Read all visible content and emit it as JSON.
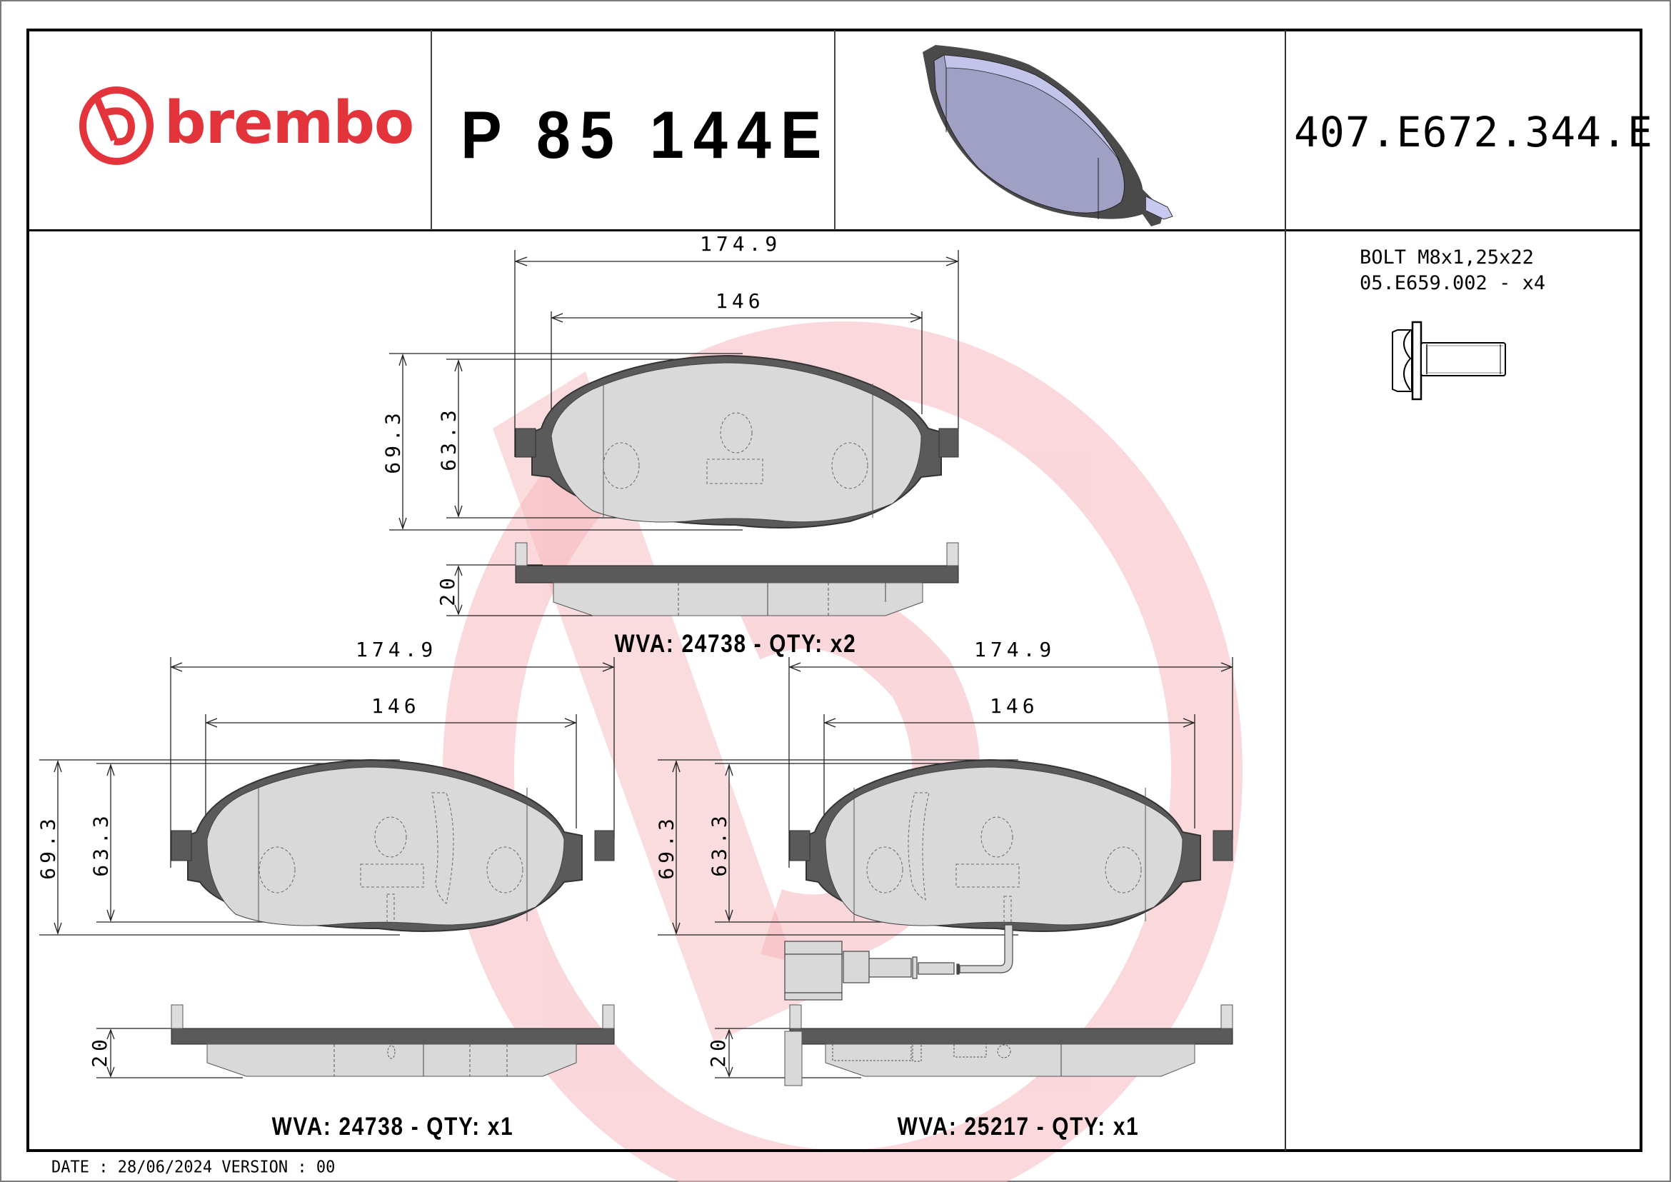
{
  "header": {
    "brand": "brembo",
    "brand_color": "#E3343C",
    "part_number": "P 85 144E",
    "reference_code": "407.E672.344.E",
    "preview_icon": "brake-pad-3d-render"
  },
  "accessory": {
    "line1": "BOLT M8x1,25x22",
    "line2": "05.E659.002 - x4",
    "icon": "bolt-icon"
  },
  "drawings": [
    {
      "id": "pad-top",
      "dims": {
        "overall_width": "174.9",
        "friction_width": "146",
        "overall_height": "69.3",
        "friction_height": "63.3",
        "thickness": "20"
      },
      "label": "WVA: 24738 - QTY: x2",
      "has_wear_sensor": false
    },
    {
      "id": "pad-bottom-left",
      "dims": {
        "overall_width": "174.9",
        "friction_width": "146",
        "overall_height": "69.3",
        "friction_height": "63.3",
        "thickness": "20"
      },
      "label": "WVA: 24738 - QTY: x1",
      "has_wear_sensor": false
    },
    {
      "id": "pad-bottom-right",
      "dims": {
        "overall_width": "174.9",
        "friction_width": "146",
        "overall_height": "69.3",
        "friction_height": "63.3",
        "thickness": "20"
      },
      "label": "WVA: 25217 - QTY: x1",
      "has_wear_sensor": true
    }
  ],
  "footer": {
    "text": "DATE : 28/06/2024 VERSION : 00"
  },
  "colors": {
    "watermark": "#F7C9CC",
    "pad_backplate": "#5a5a5a",
    "pad_friction": "#d9d9d9",
    "render_face": "#9fa0c4",
    "render_edge": "#c3c4ea"
  }
}
